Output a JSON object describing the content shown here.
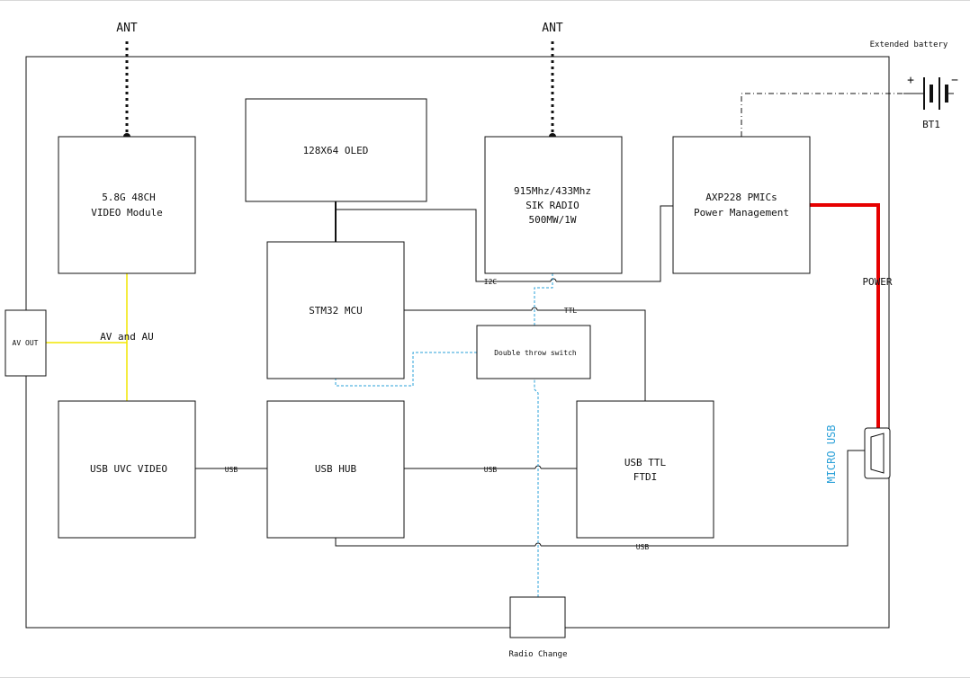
{
  "diagram": {
    "antenna_left": "ANT",
    "antenna_right": "ANT",
    "extended_battery": "Extended battery",
    "battery_ref": "BT1",
    "battery_plus": "+",
    "battery_minus": "−",
    "video_module": {
      "line1": "5.8G  48CH",
      "line2": "VIDEO Module"
    },
    "oled": "128X64 OLED",
    "sik_radio": {
      "line1": "915Mhz/433Mhz",
      "line2": "SIK RADIO",
      "line3": "500MW/1W"
    },
    "pmic": {
      "line1": "AXP228 PMICs",
      "line2": "Power Management"
    },
    "stm32": "STM32 MCU",
    "switch": "Double throw switch",
    "av_out": "AV OUT",
    "av_au": "AV and AU",
    "uvc_video": "USB UVC VIDEO",
    "usb_hub": "USB HUB",
    "usb_ttl": {
      "line1": "USB TTL",
      "line2": "FTDI"
    },
    "power": "POWER",
    "micro_usb": "MICRO USB",
    "radio_change": "Radio Change",
    "i2c": "I2C",
    "ttl": "TTL",
    "usb_uvc_hub": "USB",
    "usb_hub_ftdi": "USB",
    "usb_bottom": "USB"
  },
  "colors": {
    "av_line": "#f2e600",
    "radio_change_line": "#2aa0d8",
    "power_line": "#e60000",
    "micro_usb_text": "#2aa0d8"
  }
}
